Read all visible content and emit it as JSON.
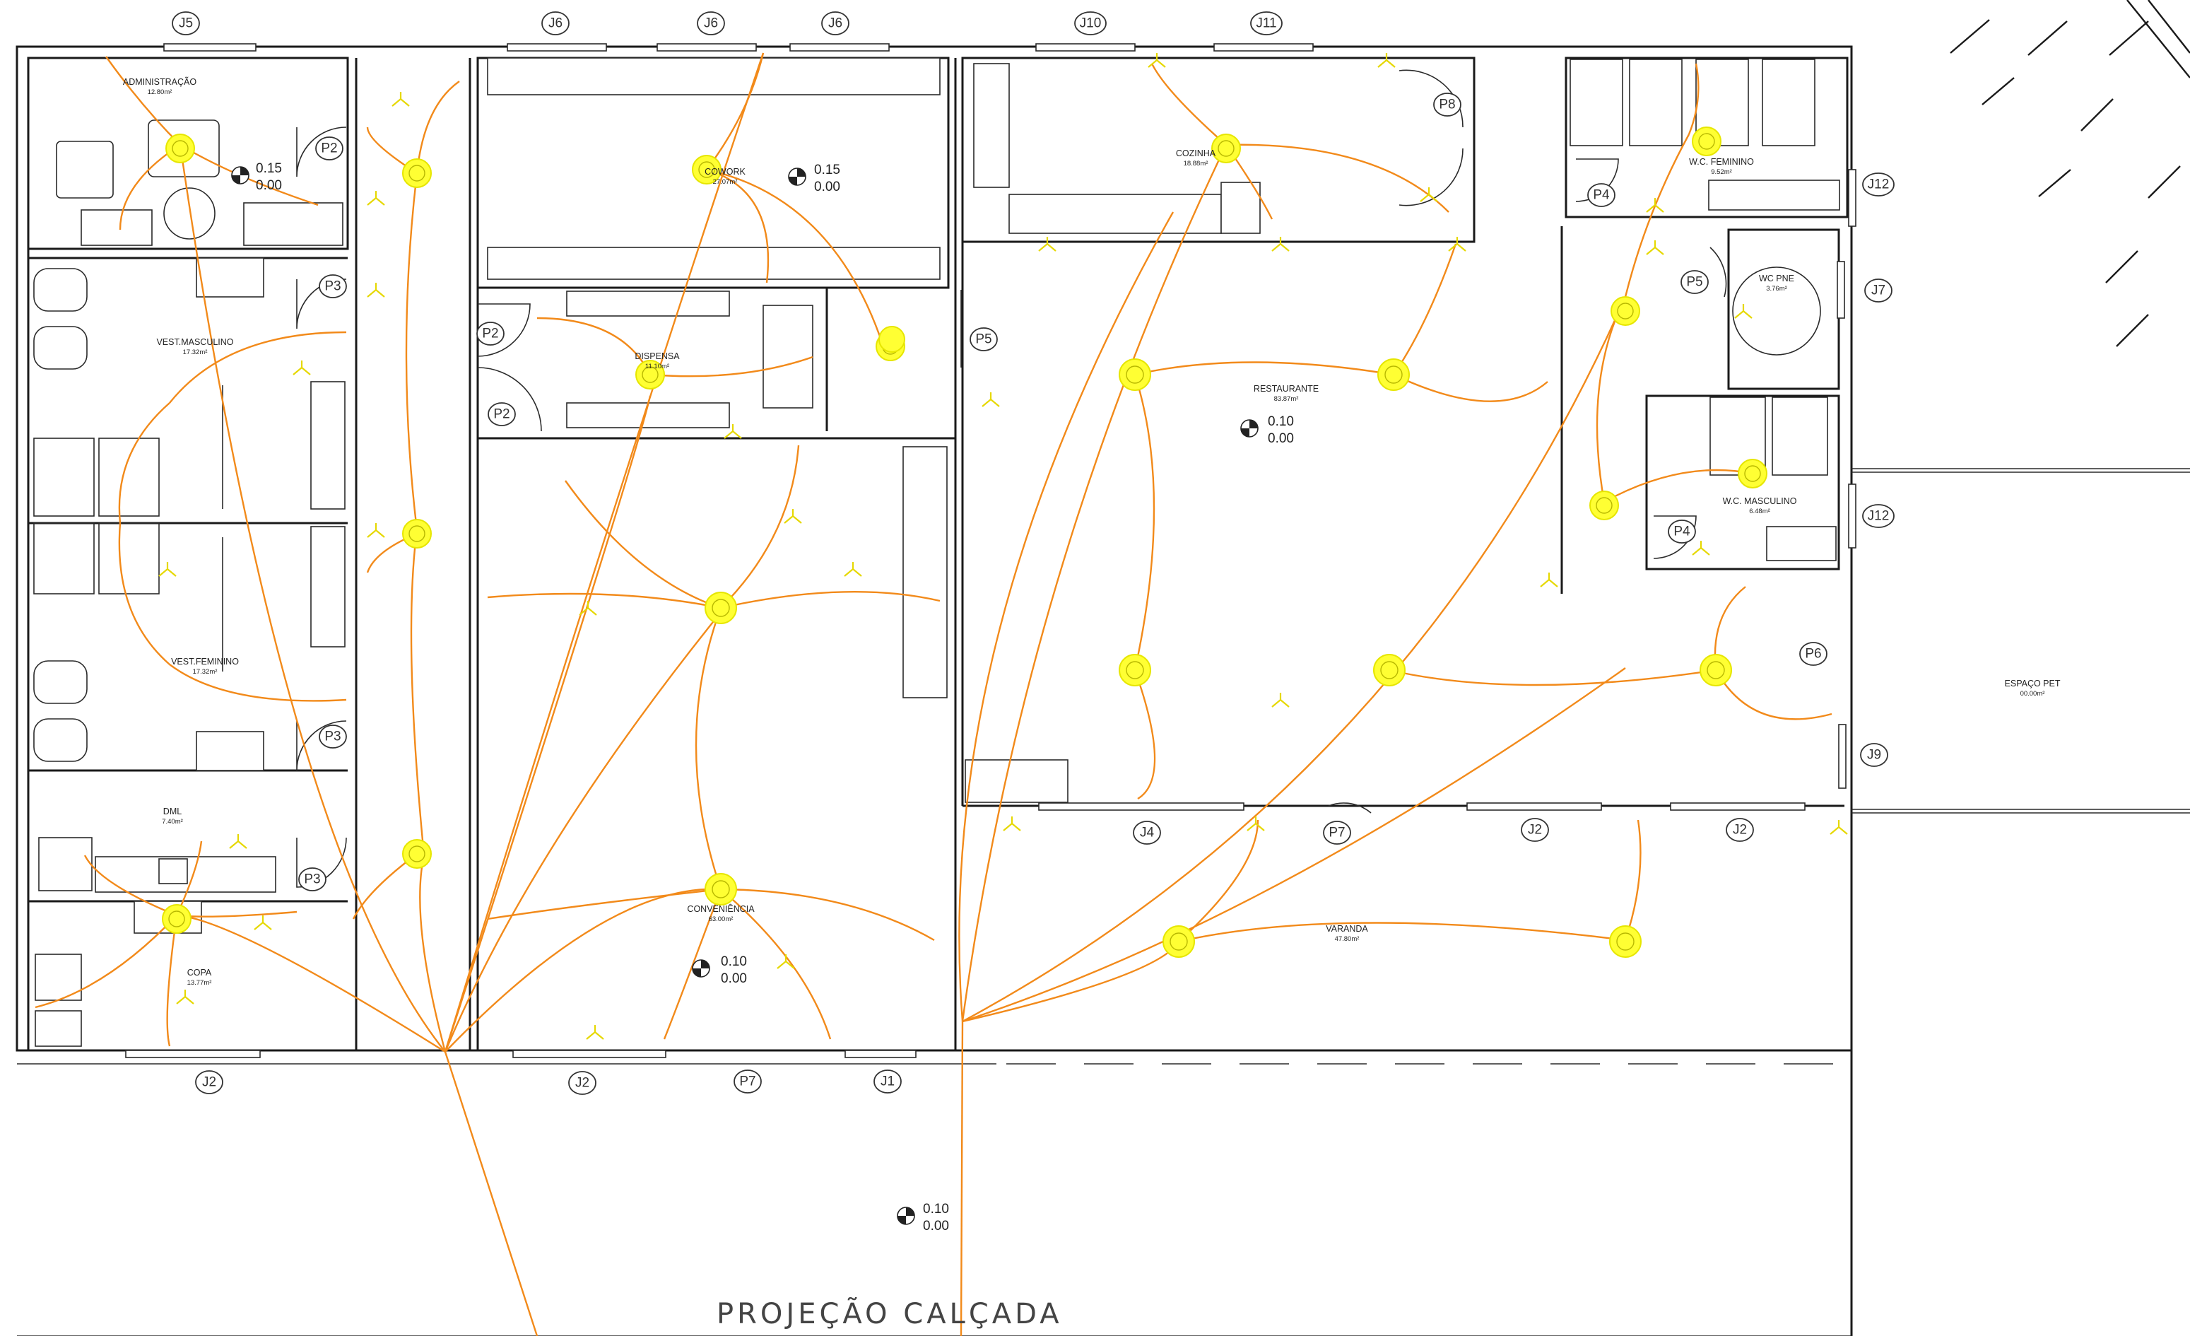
{
  "drawing": {
    "projection_label": "PROJEÇÃO CALÇADA",
    "accent_wire": "#f28a1a",
    "accent_fixture": "#ffff33"
  },
  "rooms": [
    {
      "id": "administracao",
      "name": "ADMINISTRAÇÃO",
      "area": "12.80m²"
    },
    {
      "id": "vest-masculino",
      "name": "VEST.MASCULINO",
      "area": "17.32m²"
    },
    {
      "id": "vest-feminino",
      "name": "VEST.FEMININO",
      "area": "17.32m²"
    },
    {
      "id": "dml",
      "name": "DML",
      "area": "7.40m²"
    },
    {
      "id": "copa",
      "name": "COPA",
      "area": "13.77m²"
    },
    {
      "id": "cowork",
      "name": "COWORK",
      "area": "27.07m²"
    },
    {
      "id": "dispensa",
      "name": "DISPENSA",
      "area": "11.10m²"
    },
    {
      "id": "conveniencia",
      "name": "CONVENIÊNCIA",
      "area": "63.00m²"
    },
    {
      "id": "cozinha",
      "name": "COZINHA",
      "area": "18.88m²"
    },
    {
      "id": "restaurante",
      "name": "RESTAURANTE",
      "area": "83.87m²"
    },
    {
      "id": "varanda",
      "name": "VARANDA",
      "area": "47.80m²"
    },
    {
      "id": "wc-feminino",
      "name": "W.C. FEMININO",
      "area": "9.52m²"
    },
    {
      "id": "wc-pne",
      "name": "WC PNE",
      "area": "3.76m²"
    },
    {
      "id": "wc-masculino",
      "name": "W.C. MASCULINO",
      "area": "6.48m²"
    },
    {
      "id": "espaco-pet",
      "name": "ESPAÇO PET",
      "area": "00.00m²"
    }
  ],
  "levels": [
    {
      "id": "admin",
      "top": "0.15",
      "bottom": "0.00"
    },
    {
      "id": "cowork",
      "top": "0.15",
      "bottom": "0.00"
    },
    {
      "id": "restaurante",
      "top": "0.10",
      "bottom": "0.00"
    },
    {
      "id": "conveniencia",
      "top": "0.10",
      "bottom": "0.00"
    },
    {
      "id": "calcada",
      "top": "0.10",
      "bottom": "0.00"
    }
  ],
  "tags": [
    {
      "id": "j5",
      "text": "J5"
    },
    {
      "id": "j6a",
      "text": "J6"
    },
    {
      "id": "j6b",
      "text": "J6"
    },
    {
      "id": "j6c",
      "text": "J6"
    },
    {
      "id": "j10",
      "text": "J10"
    },
    {
      "id": "j11",
      "text": "J11"
    },
    {
      "id": "p8",
      "text": "P8"
    },
    {
      "id": "p2a",
      "text": "P2"
    },
    {
      "id": "p3a",
      "text": "P3"
    },
    {
      "id": "p3b",
      "text": "P3"
    },
    {
      "id": "p3c",
      "text": "P3"
    },
    {
      "id": "p2b",
      "text": "P2"
    },
    {
      "id": "p2c",
      "text": "P2"
    },
    {
      "id": "p5a",
      "text": "P5"
    },
    {
      "id": "j12a",
      "text": "J12"
    },
    {
      "id": "p4a",
      "text": "P4"
    },
    {
      "id": "p5b",
      "text": "P5"
    },
    {
      "id": "j7",
      "text": "J7"
    },
    {
      "id": "j12b",
      "text": "J12"
    },
    {
      "id": "p4b",
      "text": "P4"
    },
    {
      "id": "p6",
      "text": "P6"
    },
    {
      "id": "j9",
      "text": "J9"
    },
    {
      "id": "j4",
      "text": "J4"
    },
    {
      "id": "p7a",
      "text": "P7"
    },
    {
      "id": "j2a",
      "text": "J2"
    },
    {
      "id": "j2b",
      "text": "J2"
    },
    {
      "id": "j2c",
      "text": "J2"
    },
    {
      "id": "j2d",
      "text": "J2"
    },
    {
      "id": "p7b",
      "text": "P7"
    },
    {
      "id": "j1",
      "text": "J1"
    }
  ]
}
